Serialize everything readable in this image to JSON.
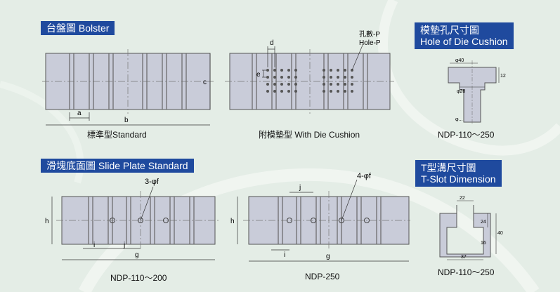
{
  "bolster": {
    "title": "台盤圖  Bolster",
    "caption_standard": "標準型Standard",
    "caption_cushion": "附模墊型  With Die Cushion",
    "dim_a": "a",
    "dim_b": "b",
    "dim_c": "c",
    "dim_d": "d",
    "dim_e": "e",
    "hole_cn": "孔數-P",
    "hole_en": "Hole-P"
  },
  "die_cushion": {
    "title_cn": "模墊孔尺寸圖",
    "title_en": "Hole of Die Cushion",
    "caption": "NDP-110～250",
    "dim_top": "φ40",
    "dim_side": "12",
    "dim_mid": "φ28",
    "dim_bot": "φ..."
  },
  "slide": {
    "title": "滑塊底面圖  Slide Plate Standard",
    "caption_left": "NDP-110～200",
    "caption_right": "NDP-250",
    "holes_left": "3-φf",
    "holes_right": "4-φf",
    "dim_h": "h",
    "dim_i": "i",
    "dim_j": "j",
    "dim_g": "g"
  },
  "tslot": {
    "title_cn": "T型溝尺寸圖",
    "title_en": "T-Slot Dimension",
    "caption": "NDP-110～250",
    "dim_top": "22",
    "dim_h1": "24",
    "dim_h2": "40",
    "dim_h3": "16",
    "dim_bot": "37"
  },
  "colors": {
    "accent": "#1f4a9e",
    "plate": "#c9ccd9",
    "background": "#e4ede6"
  }
}
